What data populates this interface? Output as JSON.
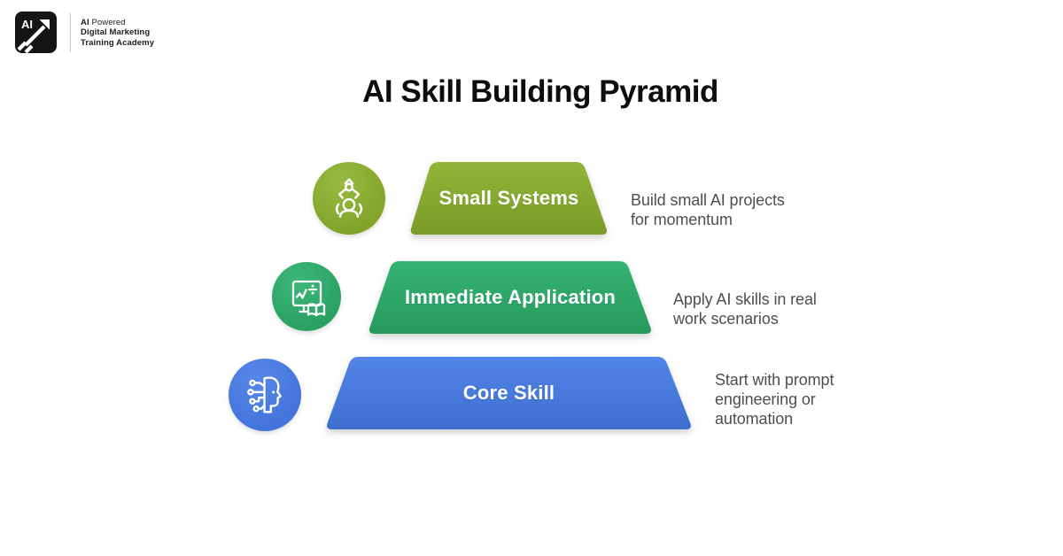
{
  "logo": {
    "mark_text": "AI",
    "line1_bold": "AI",
    "line1_rest": " Powered",
    "line2": "Digital Marketing",
    "line3": "Training Academy"
  },
  "title": "AI Skill Building Pyramid",
  "colors": {
    "level_olive": "#86A82E",
    "level_green": "#2FA96A",
    "level_blue": "#4779DD",
    "description_text": "#4E4E4E",
    "title_text": "#0D0D0D"
  },
  "pyramid": {
    "levels": [
      {
        "label": "Small Systems",
        "desc_lines": [
          "Build small AI projects",
          "for momentum"
        ],
        "color": "#86A82E",
        "icon": "crane-claw-team-icon"
      },
      {
        "label": "Immediate Application",
        "desc_lines": [
          "Apply AI skills in real",
          "work scenarios"
        ],
        "color": "#2FA96A",
        "icon": "learning-monitor-icon"
      },
      {
        "label": "Core Skill",
        "desc_lines": [
          "Start with prompt",
          "engineering or",
          "automation"
        ],
        "color": "#4779DD",
        "icon": "ai-head-icon"
      }
    ]
  }
}
